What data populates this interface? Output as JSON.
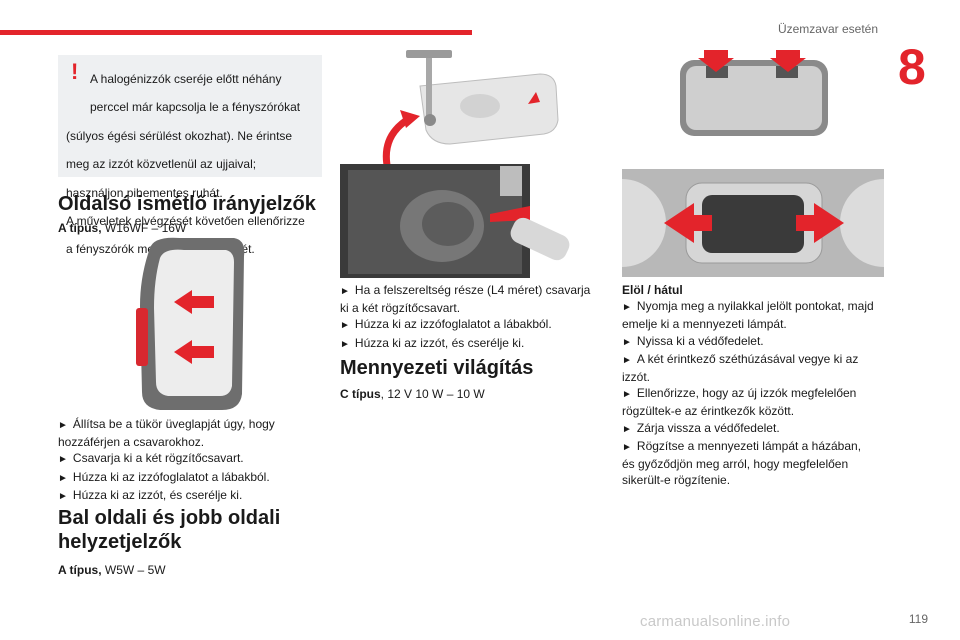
{
  "header": {
    "title": "Üzemzavar esetén",
    "chapter": "8"
  },
  "page_number": "119",
  "watermark": "carmanualsonline.info",
  "warning": {
    "icon": "exclamation-icon",
    "lines": [
      "A halogénizzók cseréje előtt néhány",
      "perccel már kapcsolja le a fényszórókat",
      "(súlyos égési sérülést okozhat). Ne érintse",
      "meg az izzót közvetlenül az ujjaival;",
      "használjon pihementes ruhát.",
      "A műveletek elvégzését követően ellenőrizze",
      "a fényszórók megfelelő működését."
    ]
  },
  "col1": {
    "heading1": "Oldalsó ismétlő irányjelzők",
    "type1_label": "A típus,",
    "type1_value": " W16WF – 16W",
    "steps1": [
      "Állítsa be a tükör üveglapját úgy, hogy",
      "hozzáférjen a csavarokhoz.",
      "Csavarja ki a két rögzítőcsavart.",
      "Húzza ki az izzófoglalatot a lábakból.",
      "Húzza ki az izzót, és cserélje ki."
    ],
    "heading2_line1": "Bal oldali és jobb oldali",
    "heading2_line2": "helyzetjelzők",
    "type2_label": "A típus,",
    "type2_value": " W5W – 5W"
  },
  "col2": {
    "steps": [
      "Ha a felszereltség része (L4 méret) csavarja",
      "ki a két rögzítőcsavart.",
      "Húzza ki az izzófoglalatot a lábakból.",
      "Húzza ki az izzót, és cserélje ki."
    ],
    "heading": "Mennyezeti világítás",
    "type_label": "C típus",
    "type_value": ", 12 V 10 W – 10 W"
  },
  "col3": {
    "subheading": "Elöl / hátul",
    "steps": [
      "Nyomja meg a nyilakkal jelölt pontokat, majd",
      "emelje ki a mennyezeti lámpát.",
      "Nyissa ki a védőfedelet.",
      "A két érintkező széthúzásával vegye ki az",
      "izzót.",
      "Ellenőrizze, hogy az új izzók megfelelően",
      "rögzültek-e az érintkezők között.",
      "Zárja vissza a védőfedelet.",
      "Rögzítse a mennyezeti lámpát a házában,",
      "és győződjön meg arról, hogy megfelelően",
      "sikerült-e rögzítenie."
    ]
  },
  "colors": {
    "accent": "#e3242b",
    "box": "#eef0f2",
    "text": "#1a1a1a"
  }
}
